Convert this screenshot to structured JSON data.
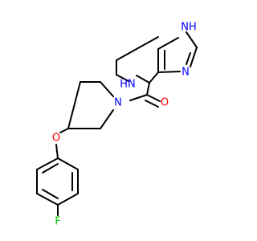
{
  "atoms": {
    "nh_imidazole": "NH",
    "n_imidazole": "N",
    "nh_ring": "HN",
    "n_amide": "N",
    "o_carbonyl": "O",
    "o_ether": "O",
    "f": "F"
  },
  "colors": {
    "bond": "#000000",
    "nitrogen": "#0000ff",
    "oxygen": "#ff0000",
    "fluorine": "#00cc00"
  }
}
